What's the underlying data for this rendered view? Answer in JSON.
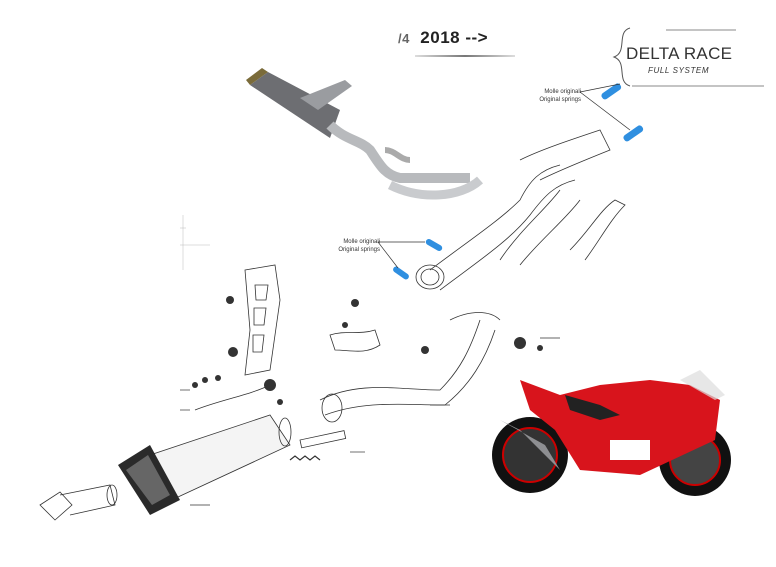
{
  "header": {
    "title_prefix": "/4",
    "title": "2018 -->"
  },
  "brand": {
    "name": "DELTA RACE",
    "subtitle": "FULL SYSTEM"
  },
  "annotations": [
    {
      "line1": "Molle originali",
      "line2": "Original springs"
    },
    {
      "line1": "Molle originali",
      "line2": "Original springs"
    }
  ],
  "colors": {
    "spring_blue": "#2f8fe0",
    "bike_red": "#d8141c",
    "line": "#333333"
  },
  "images": {
    "assembled_exhaust": "full-exhaust-system-render",
    "motorcycle": "red-ducati-panigale-#186"
  }
}
